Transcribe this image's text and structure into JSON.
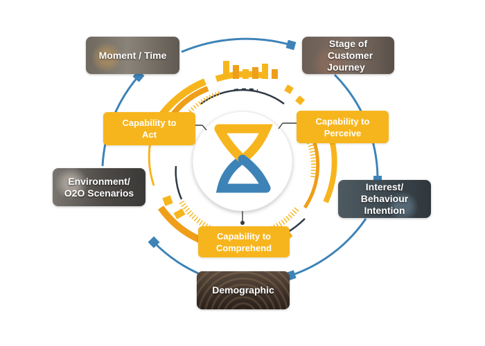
{
  "colors": {
    "accent_yellow": "#f7b51d",
    "accent_orange": "#ef9e1a",
    "accent_blue": "#3d83b7",
    "dark_line": "#2f3944"
  },
  "logo": {
    "icon": "hourglass-s-logo-icon"
  },
  "outer_nodes": {
    "moment": "Moment / Time",
    "journey_line1": "Stage of",
    "journey_line2": "Customer Journey",
    "environment_line1": "Environment/",
    "environment_line2": "O2O Scenarios",
    "interest_line1": "Interest/",
    "interest_line2": "Behaviour",
    "interest_line3": "Intention",
    "demographic": "Demographic"
  },
  "capabilities": {
    "act_line1": "Capability to",
    "act_line2": "Act",
    "perceive_line1": "Capability to",
    "perceive_line2": "Perceive",
    "comprehend_line1": "Capability to",
    "comprehend_line2": "Comprehend"
  }
}
